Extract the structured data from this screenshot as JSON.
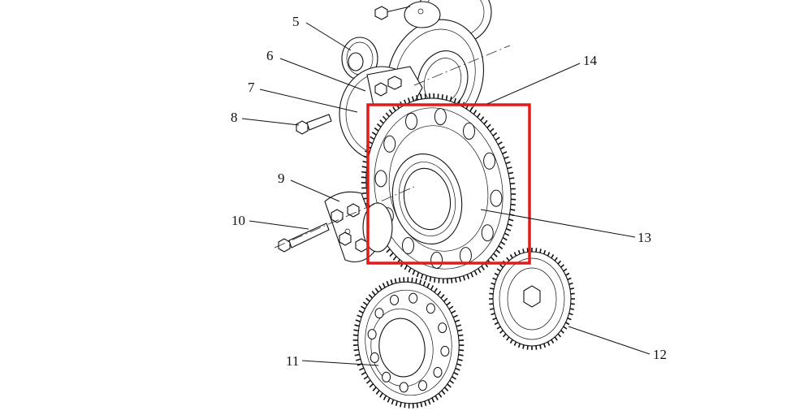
{
  "callouts": {
    "c5": "5",
    "c6": "6",
    "c7": "7",
    "c8": "8",
    "c9": "9",
    "c10": "10",
    "c11": "11",
    "c12": "12",
    "c13": "13",
    "c14": "14"
  },
  "highlight": {
    "color": "#e01b1b"
  }
}
